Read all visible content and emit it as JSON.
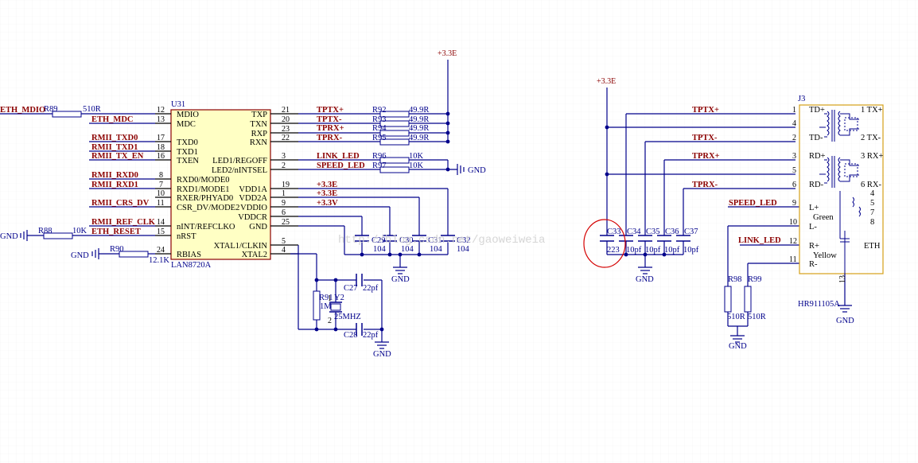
{
  "u31": {
    "ref": "U31",
    "part": "LAN8720A",
    "left_pins": [
      {
        "num": "12",
        "name": "MDIO"
      },
      {
        "num": "13",
        "name": "MDC"
      },
      {
        "num": "17",
        "name": "TXD0"
      },
      {
        "num": "18",
        "name": "TXD1"
      },
      {
        "num": "16",
        "name": "TXEN"
      },
      {
        "num": "8",
        "name": "RXD0/MODE0"
      },
      {
        "num": "7",
        "name": "RXD1/MODE1"
      },
      {
        "num": "10",
        "name": "RXER/PHYAD0"
      },
      {
        "num": "11",
        "name": "CSR_DV/MODE2"
      },
      {
        "num": "14",
        "name": "nINT/REFCLKO"
      },
      {
        "num": "15",
        "name": "nRST"
      },
      {
        "num": "24",
        "name": "RBIAS"
      }
    ],
    "right_pins": [
      {
        "num": "21",
        "name": "TXP"
      },
      {
        "num": "20",
        "name": "TXN"
      },
      {
        "num": "23",
        "name": "RXP"
      },
      {
        "num": "22",
        "name": "RXN"
      },
      {
        "num": "3",
        "name": "LED1/REGOFF"
      },
      {
        "num": "2",
        "name": "LED2/nINTSEL"
      },
      {
        "num": "19",
        "name": "VDD1A"
      },
      {
        "num": "1",
        "name": "VDD2A"
      },
      {
        "num": "9",
        "name": "VDDIO"
      },
      {
        "num": "6",
        "name": "VDDCR"
      },
      {
        "num": "25",
        "name": "GND"
      },
      {
        "num": "5",
        "name": "XTAL1/CLKIN"
      },
      {
        "num": "4",
        "name": "XTAL2"
      }
    ]
  },
  "left_nets": [
    "ETH_MDIO",
    "ETH_MDC",
    "RMII_TXD0",
    "RMII_TXD1",
    "RMII_TX_EN",
    "RMII_RXD0",
    "RMII_RXD1",
    "RMII_CRS_DV",
    "RMII_REF_CLK",
    "ETH_RESET"
  ],
  "right_nets": [
    "TPTX+",
    "TPTX-",
    "TPRX+",
    "TPRX-",
    "LINK_LED",
    "SPEED_LED",
    "+3.3E",
    "+3.3E",
    "+3.3V"
  ],
  "resistors": {
    "r89": {
      "ref": "R89",
      "val": "510R"
    },
    "r88": {
      "ref": "R88",
      "val": "10K"
    },
    "r90": {
      "ref": "R90",
      "val": "12.1K"
    },
    "r92": {
      "ref": "R92",
      "val": "49.9R"
    },
    "r93": {
      "ref": "R93",
      "val": "49.9R"
    },
    "r94": {
      "ref": "R94",
      "val": "49.9R"
    },
    "r95": {
      "ref": "R95",
      "val": "49.9R"
    },
    "r96": {
      "ref": "R96",
      "val": "10K"
    },
    "r97": {
      "ref": "R97",
      "val": "10K"
    },
    "r91": {
      "ref": "R91",
      "val": "1M"
    },
    "r98": {
      "ref": "R98",
      "val": "510R"
    },
    "r99": {
      "ref": "R99",
      "val": "510R"
    }
  },
  "caps": {
    "c29": {
      "ref": "C29",
      "val": "104"
    },
    "c30": {
      "ref": "C30",
      "val": "104"
    },
    "c31": {
      "ref": "C31",
      "val": "104"
    },
    "c32": {
      "ref": "C32",
      "val": "104"
    },
    "c27": {
      "ref": "C27",
      "val": "22pf"
    },
    "c28": {
      "ref": "C28",
      "val": "22pf"
    },
    "c33": {
      "ref": "C33",
      "val": "223"
    },
    "c34": {
      "ref": "C34",
      "val": "10pf"
    },
    "c35": {
      "ref": "C35",
      "val": "10pf"
    },
    "c36": {
      "ref": "C36",
      "val": "10pf"
    },
    "c37": {
      "ref": "C37",
      "val": "10pf"
    }
  },
  "crystal": {
    "ref": "Y2",
    "val": "25MHZ",
    "pin1": "1",
    "pin2": "2"
  },
  "power": {
    "v33e": "+3.3E",
    "gnd": "GND"
  },
  "j3": {
    "ref": "J3",
    "part": "HR911105A",
    "left_pins": [
      {
        "num": "1",
        "name": "TD+"
      },
      {
        "num": "4",
        "name": ""
      },
      {
        "num": "2",
        "name": "TD-"
      },
      {
        "num": "3",
        "name": "RD+"
      },
      {
        "num": "5",
        "name": ""
      },
      {
        "num": "6",
        "name": "RD-"
      },
      {
        "num": "9",
        "name": "L+"
      },
      {
        "num": "10",
        "name": "L-"
      },
      {
        "num": "12",
        "name": "R+"
      },
      {
        "num": "11",
        "name": "R-"
      }
    ],
    "right_labels": [
      "1 TX+",
      "2 TX-",
      "3 RX+",
      "6 RX-",
      "4",
      "5",
      "7",
      "8"
    ],
    "green": "Green",
    "yellow": "Yellow",
    "eth": "ETH",
    "pin13": "13"
  },
  "j3_nets": [
    "TPTX+",
    "TPTX-",
    "TPRX+",
    "TPRX-",
    "SPEED_LED",
    "LINK_LED"
  ],
  "watermark": "http://blog.csdn.net/gaoweiweia"
}
